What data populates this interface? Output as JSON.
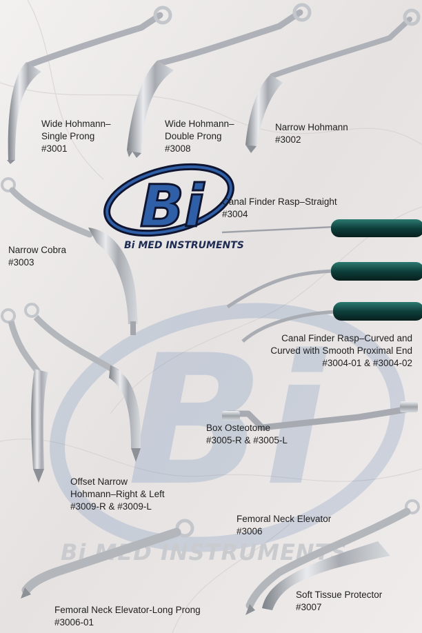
{
  "brand": {
    "name": "Bi MED INSTRUMENTS",
    "monogram": "Bi",
    "colors": {
      "blue": "#2f5fa6",
      "dark_navy": "#0f1530",
      "silver": "#b8bcc2",
      "green_handle": "#0f4a45",
      "background": "#ece9e8"
    }
  },
  "instruments": [
    {
      "id": "wide-hohmann-single",
      "lines": [
        "Wide Hohmann–",
        "Single Prong",
        "#3001"
      ]
    },
    {
      "id": "wide-hohmann-double",
      "lines": [
        "Wide Hohmann–",
        "Double Prong",
        "#3008"
      ]
    },
    {
      "id": "narrow-hohmann",
      "lines": [
        "Narrow Hohmann",
        "#3002"
      ]
    },
    {
      "id": "canal-finder-straight",
      "lines": [
        "Canal Finder Rasp–Straight",
        "#3004"
      ]
    },
    {
      "id": "narrow-cobra",
      "lines": [
        "Narrow Cobra",
        "#3003"
      ]
    },
    {
      "id": "canal-finder-curved",
      "lines": [
        "Canal Finder Rasp–Curved and",
        "Curved with Smooth Proximal End",
        "#3004-01 & #3004-02"
      ]
    },
    {
      "id": "box-osteotome",
      "lines": [
        "Box Osteotome",
        "#3005-R & #3005-L"
      ]
    },
    {
      "id": "offset-narrow-hohmann",
      "lines": [
        "Offset Narrow",
        "Hohmann–Right & Left",
        "#3009-R & #3009-L"
      ]
    },
    {
      "id": "femoral-neck-elevator",
      "lines": [
        "Femoral Neck Elevator",
        "#3006"
      ]
    },
    {
      "id": "soft-tissue-protector",
      "lines": [
        "Soft Tissue Protector",
        "#3007"
      ]
    },
    {
      "id": "femoral-neck-elevator-long",
      "lines": [
        "Femoral Neck Elevator-Long Prong",
        "#3006-01"
      ]
    }
  ]
}
